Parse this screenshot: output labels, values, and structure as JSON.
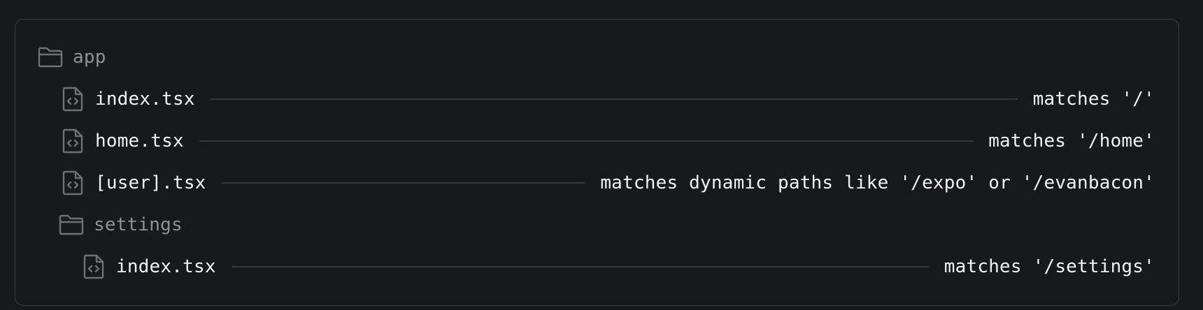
{
  "tree": {
    "root": {
      "name": "app",
      "icon": "folder-icon"
    },
    "files": [
      {
        "name": "index.tsx",
        "description": "matches '/'",
        "icon": "code-file-icon"
      },
      {
        "name": "home.tsx",
        "description": "matches '/home'",
        "icon": "code-file-icon"
      },
      {
        "name": "[user].tsx",
        "description": "matches dynamic paths like '/expo' or '/evanbacon'",
        "icon": "code-file-icon"
      }
    ],
    "subfolder": {
      "name": "settings",
      "icon": "folder-icon"
    },
    "subfiles": [
      {
        "name": "index.tsx",
        "description": "matches '/settings'",
        "icon": "code-file-icon"
      }
    ]
  },
  "colors": {
    "background": "#18191b",
    "border": "#3b3c3f",
    "icon": "#6e7074",
    "folder_text": "#8f9195",
    "text": "#f3f3f3",
    "leader_line": "#36373a"
  }
}
